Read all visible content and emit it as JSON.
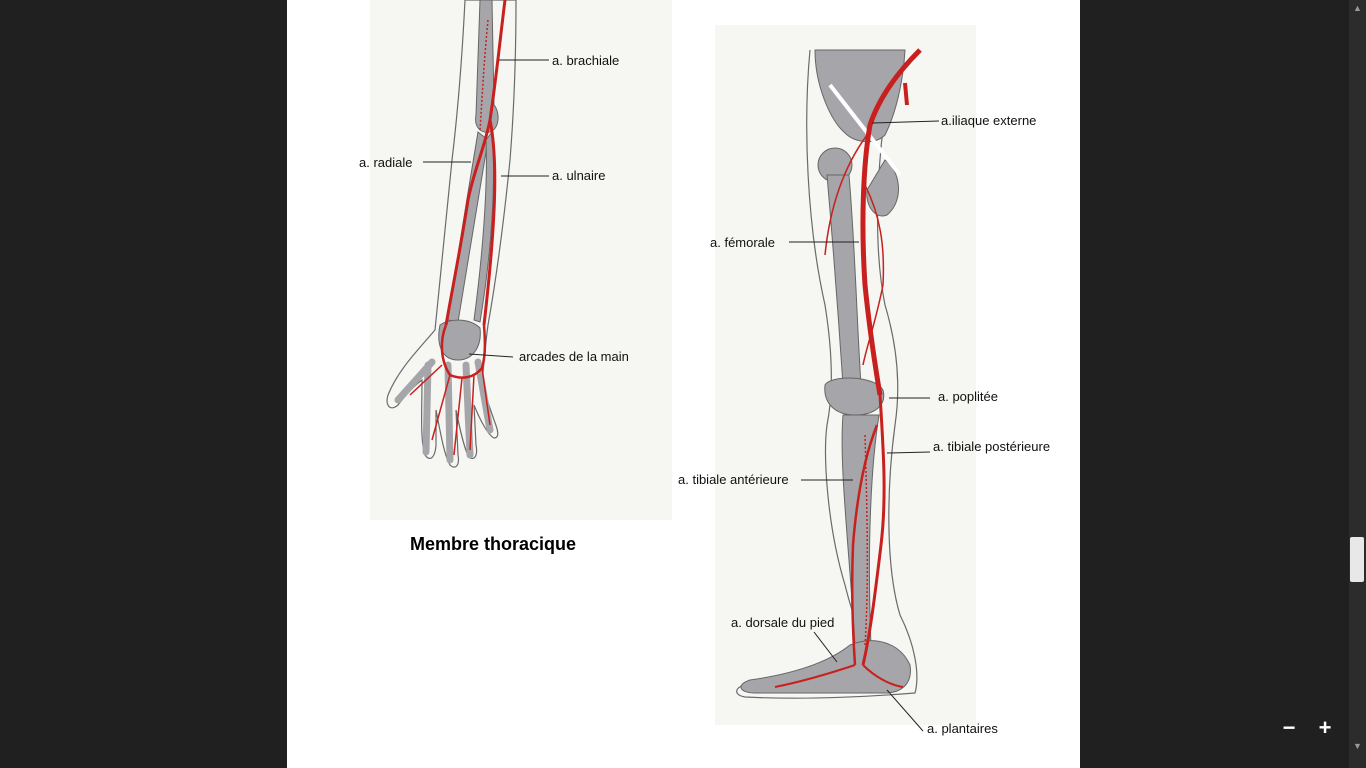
{
  "arm": {
    "labels": {
      "brachiale": "a.  brachiale",
      "radiale": "a. radiale",
      "ulnaire": "a. ulnaire",
      "arcades": "arcades de la main"
    },
    "caption": "Membre thoracique"
  },
  "leg": {
    "labels": {
      "iliaque": "a.iliaque externe",
      "femorale": "a. fémorale",
      "poplitee": "a. poplitée",
      "tibiale_post": "a. tibiale postérieure",
      "tibiale_ant": "a. tibiale antérieure",
      "dorsale": "a. dorsale du pied",
      "plantaires": "a. plantaires"
    }
  },
  "colors": {
    "artery": "#c8201e",
    "bone": "#a6a6aa",
    "viewer_bg": "#202020"
  },
  "controls": {
    "zoom_out": "−",
    "zoom_in": "+",
    "scroll_up": "▲",
    "scroll_down": "▼"
  }
}
